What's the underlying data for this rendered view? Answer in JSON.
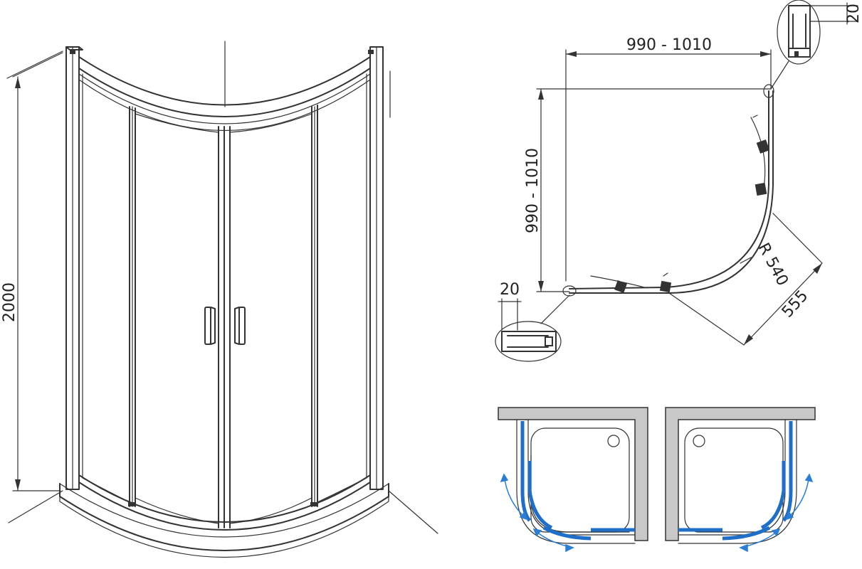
{
  "dimensions": {
    "height": "2000",
    "width": "990 - 1010",
    "depth": "990 - 1010",
    "radius": "R 540",
    "diagonal": "555",
    "profile_top": "20",
    "profile_bottom": "20"
  },
  "colors": {
    "line": "#333333",
    "wall": "#c8c8c8",
    "glass_blue": "#1f6fc9",
    "arrow_blue": "#2a7fd4"
  },
  "icons": [
    "shower-cabin-isometric",
    "profile-detail",
    "sliding-door-arrow",
    "shower-tray"
  ]
}
